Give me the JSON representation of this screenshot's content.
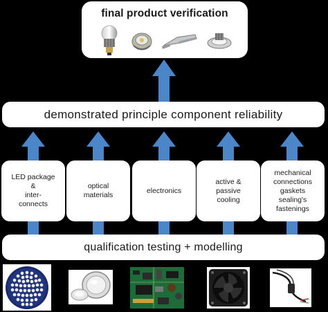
{
  "final": {
    "title": "final product verification",
    "products": [
      "led-bulb-icon",
      "led-module-icon",
      "street-light-icon",
      "downlight-icon"
    ]
  },
  "demonstrated": {
    "label": "demonstrated principle component reliability"
  },
  "components": [
    {
      "label": "LED package & inter-connects",
      "lines": [
        "LED package",
        "&",
        "inter-",
        "connects"
      ]
    },
    {
      "label": "optical materials",
      "lines": [
        "optical",
        "materials"
      ]
    },
    {
      "label": "electronics",
      "lines": [
        "electronics"
      ]
    },
    {
      "label": "active & passive cooling",
      "lines": [
        "active &",
        "passive",
        "cooling"
      ]
    },
    {
      "label": "mechanical connections gaskets sealing's fastenings",
      "lines": [
        "mechanical",
        "connections",
        "gaskets",
        "sealing's",
        "fastenings"
      ]
    }
  ],
  "qualification": {
    "label": "qualification testing + modelling"
  },
  "photos": [
    "led-array-photo",
    "optical-lens-photo",
    "circuit-board-photo",
    "cooling-fan-photo",
    "cable-connector-photo"
  ],
  "colors": {
    "background": "#000000",
    "box": "#ffffff",
    "arrow": "#4a86c8"
  }
}
